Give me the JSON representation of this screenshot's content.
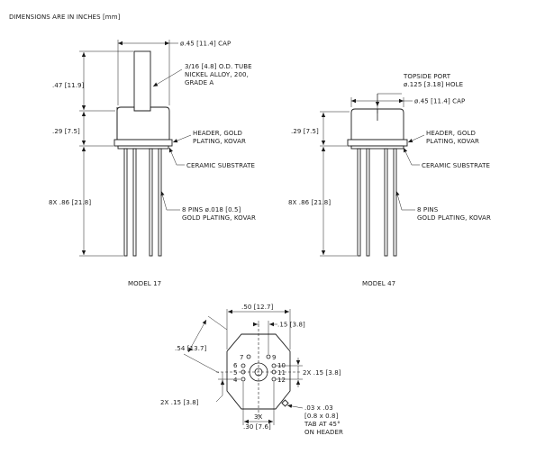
{
  "header": {
    "note": "DIMENSIONS ARE IN INCHES [mm]"
  },
  "model17": {
    "caption": "MODEL 17",
    "cap_dia": "ø.45 [11.4] CAP",
    "tube_line1": "3/16 [4.8] O.D. TUBE",
    "tube_line2": "NICKEL ALLOY, 200,",
    "tube_line3": "GRADE A",
    "height_top": ".47 [11.9]",
    "height_header": ".29 [7.5]",
    "header_line1": "HEADER, GOLD",
    "header_line2": "PLATING, KOVAR",
    "substrate": "CERAMIC SUBSTRATE",
    "pin_length": "8X .86 [21.8]",
    "pins_line1": "8 PINS ø.018 [0.5]",
    "pins_line2": "GOLD PLATING, KOVAR"
  },
  "model47": {
    "caption": "MODEL 47",
    "port_line1": "TOPSIDE PORT",
    "port_line2": "ø.125 [3.18] HOLE",
    "cap_dia": "ø.45 [11.4] CAP",
    "height_header": ".29 [7.5]",
    "header_line1": "HEADER, GOLD",
    "header_line2": "PLATING, KOVAR",
    "substrate": "CERAMIC SUBSTRATE",
    "pin_length": "8X .86 [21.8]",
    "pins_line1": "8 PINS",
    "pins_line2": "GOLD PLATING, KOVAR"
  },
  "bottom_view": {
    "width_50": ".50 [12.7]",
    "dim_15": ".15 [3.8]",
    "diag_54": ".54 [13.7]",
    "pitch_right": "2X .15 [3.8]",
    "pitch_left": "2X .15 [3.8]",
    "span_3x": "3X",
    "span_30": ".30 [7.6]",
    "tab_line1": ".03 x .03",
    "tab_line2": "[0.8 x 0.8]",
    "tab_line3": "TAB AT 45°",
    "tab_line4": "ON HEADER",
    "pin_numbers": [
      "7",
      "6",
      "5",
      "4",
      "9",
      "10",
      "11",
      "12"
    ]
  }
}
